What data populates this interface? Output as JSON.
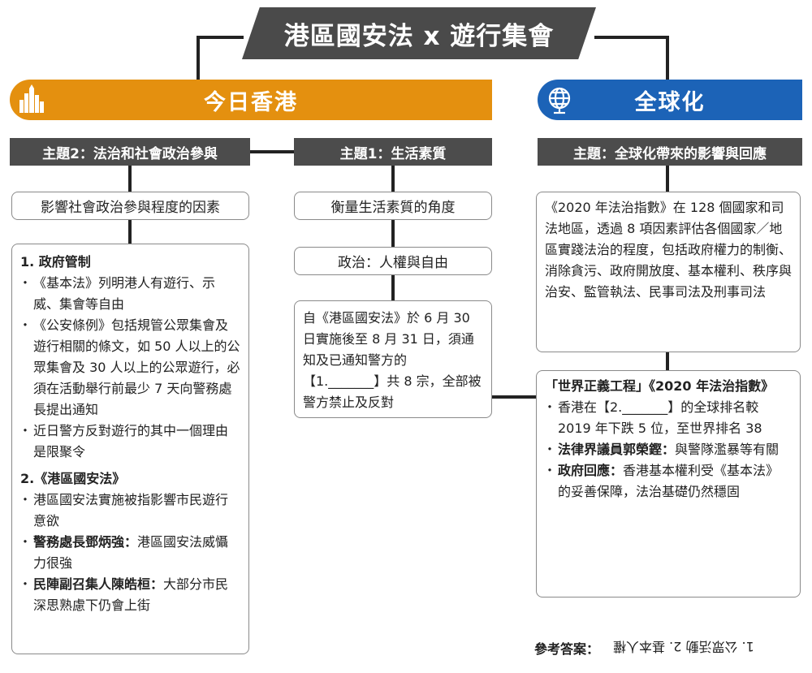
{
  "title": "港區國安法 x 遊行集會",
  "sections": {
    "hong_kong": "今日香港",
    "globalization": "全球化"
  },
  "themes": {
    "theme2": "主題2：法治和社會政治參與",
    "theme1": "主題1：生活素質",
    "global": "主題：全球化帶來的影響與回應"
  },
  "boxes": {
    "factors": "影響社會政治參與程度的因素",
    "measure": "衡量生活素質的角度",
    "politics": "政治：人權與自由",
    "notice": "自《港區國安法》於 6 月 30 日實施後至 8 月 31 日，須通知及已通知警方的【1._______】共 8 宗，全部被警方禁止及反對"
  },
  "left_panel": {
    "heading1": "1. 政府管制",
    "bullets1": [
      "《基本法》列明港人有遊行、示威、集會等自由",
      "《公安條例》包括規管公眾集會及遊行相關的條文，如 50 人以上的公眾集會及 30 人以上的公眾遊行，必須在活動舉行前最少 7 天向警務處長提出通知",
      "近日警方反對遊行的其中一個理由是限聚令"
    ],
    "heading2": "2.《港區國安法》",
    "bullet2_1": "港區國安法實施被指影響市民遊行意欲",
    "bullet2_2": {
      "name": "警務處長鄧炳強：",
      "text": "港區國安法威懾力很強"
    },
    "bullet2_3": {
      "name": "民陣副召集人陳皓桓：",
      "text": "大部分市民深思熟慮下仍會上街"
    }
  },
  "global_panel": {
    "rule_of_law": "《2020 年法治指數》在 128 個國家和司法地區，透過 8 項因素評估各個國家／地區實踐法治的程度，包括政府權力的制衡、消除貪污、政府開放度、基本權利、秩序與治安、監管執法、民事司法及刑事司法",
    "wjp_heading": "「世界正義工程」《2020 年法治指數》",
    "wjp_bullet1": "香港在【2._______】的全球排名較 2019 年下跌 5 位，至世界排名 38",
    "wjp_bullet2": {
      "name": "法律界議員郭榮鏗：",
      "text": "與警隊濫暴等有關"
    },
    "wjp_bullet3": {
      "name": "政府回應：",
      "text": "香港基本權利受《基本法》的妥善保障，法治基礎仍然穩固"
    }
  },
  "answer": {
    "label": "參考答案：",
    "text": "1. 公眾活動 2. 基本人權"
  },
  "colors": {
    "orange": "#e4900f",
    "blue": "#1c63b7",
    "dark_bar": "#4c4c4c",
    "title_banner": "#4a4a4a"
  },
  "icons": [
    "city-skyline-icon",
    "globe-icon"
  ]
}
